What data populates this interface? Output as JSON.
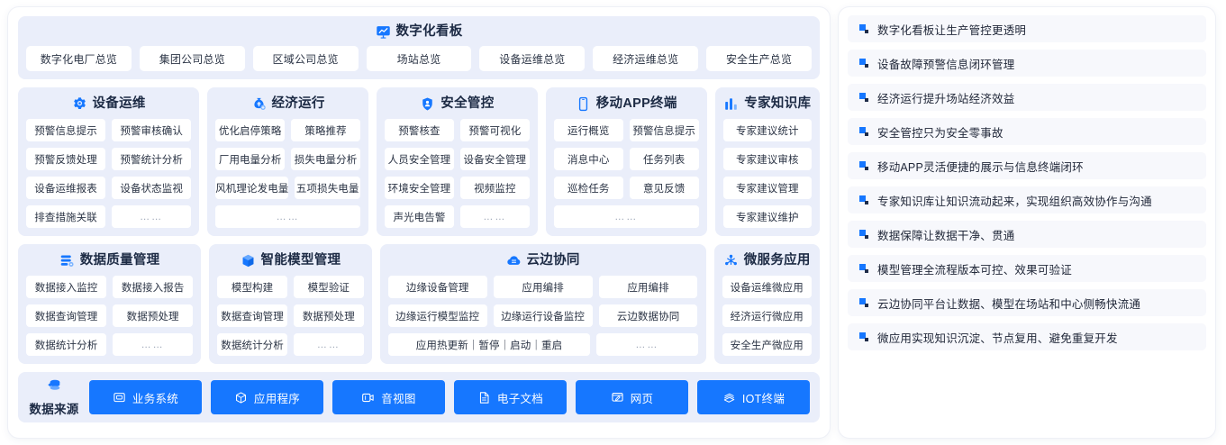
{
  "dashboard": {
    "title": "数字化看板",
    "icon": "presentation-chart-icon",
    "tabs": [
      "数字化电厂总览",
      "集团公司总览",
      "区域公司总览",
      "场站总览",
      "设备运维总览",
      "经济运维总览",
      "安全生产总览"
    ]
  },
  "modules": [
    {
      "title": "设备运维",
      "icon": "gear-icon",
      "rows": [
        [
          "预警信息提示",
          "预警审核确认"
        ],
        [
          "预警反馈处理",
          "预警统计分析"
        ],
        [
          "设备运维报表",
          "设备状态监视"
        ],
        [
          "排查措施关联",
          "……"
        ]
      ]
    },
    {
      "title": "经济运行",
      "icon": "money-bag-icon",
      "rows": [
        [
          "优化启停策略",
          "策略推荐"
        ],
        [
          "厂用电量分析",
          "损失电量分析"
        ],
        [
          "风机理论发电量",
          "五项损失电量"
        ],
        [
          "……"
        ]
      ]
    },
    {
      "title": "安全管控",
      "icon": "shield-icon",
      "rows": [
        [
          "预警核查",
          "预警可视化"
        ],
        [
          "人员安全管理",
          "设备安全管理"
        ],
        [
          "环境安全管理",
          "视频监控"
        ],
        [
          "声光电告警",
          "……"
        ]
      ]
    },
    {
      "title": "移动APP终端",
      "icon": "mobile-phone-icon",
      "rows": [
        [
          "运行概览",
          "预警信息提示"
        ],
        [
          "消息中心",
          "任务列表"
        ],
        [
          "巡检任务",
          "意见反馈"
        ],
        [
          "……"
        ]
      ]
    },
    {
      "title": "专家知识库",
      "icon": "bar-chart-icon",
      "rows": [
        [
          "专家建议统计"
        ],
        [
          "专家建议审核"
        ],
        [
          "专家建议管理"
        ],
        [
          "专家建议维护"
        ]
      ]
    }
  ],
  "modules2": [
    {
      "title": "数据质量管理",
      "icon": "database-stack-icon",
      "rows": [
        [
          "数据接入监控",
          "数据接入报告"
        ],
        [
          "数据查询管理",
          "数据预处理"
        ],
        [
          "数据统计分析",
          "……"
        ]
      ]
    },
    {
      "title": "智能模型管理",
      "icon": "cube-icon",
      "rows": [
        [
          "模型构建",
          "模型验证"
        ],
        [
          "数据查询管理",
          "数据预处理"
        ],
        [
          "数据统计分析",
          "……"
        ]
      ]
    },
    {
      "title": "云边协同",
      "icon": "cloud-icon",
      "rows": [
        [
          "边缘设备管理",
          "应用编排",
          "应用编排"
        ],
        [
          "边缘运行模型监控",
          "边缘运行设备监控",
          "云边数据协同"
        ],
        [
          "应用热更新｜暂停｜启动｜重启",
          "……"
        ]
      ]
    },
    {
      "title": "微服务应用",
      "icon": "nodes-icon",
      "rows": [
        [
          "设备运维微应用"
        ],
        [
          "经济运行微应用"
        ],
        [
          "安全生产微应用"
        ]
      ]
    }
  ],
  "datasource": {
    "label": "数据来源",
    "label_icon": "database-icon",
    "items": [
      {
        "label": "业务系统",
        "icon": "window-icon"
      },
      {
        "label": "应用程序",
        "icon": "cube-icon"
      },
      {
        "label": "音视图",
        "icon": "video-icon"
      },
      {
        "label": "电子文档",
        "icon": "document-icon"
      },
      {
        "label": "网页",
        "icon": "webpage-icon"
      },
      {
        "label": "IOT终端",
        "icon": "signal-stack-icon"
      }
    ]
  },
  "benefits": [
    "数字化看板让生产管控更透明",
    "设备故障预警信息闭环管理",
    "经济运行提升场站经济效益",
    "安全管控只为安全零事故",
    "移动APP灵活便捷的展示与信息终端闭环",
    "专家知识库让知识流动起来，实现组织高效协作与沟通",
    "数据保障让数据干净、贯通",
    "模型管理全流程版本可控、效果可验证",
    "云边协同平台让数据、模型在场站和中心侧畅快流通",
    "微应用实现知识沉淀、节点复用、避免重复开发"
  ],
  "colors": {
    "accent": "#1677ff",
    "panel_bg": "#eaeefa",
    "card_bg": "#ffffff",
    "text": "#1c2a44"
  }
}
